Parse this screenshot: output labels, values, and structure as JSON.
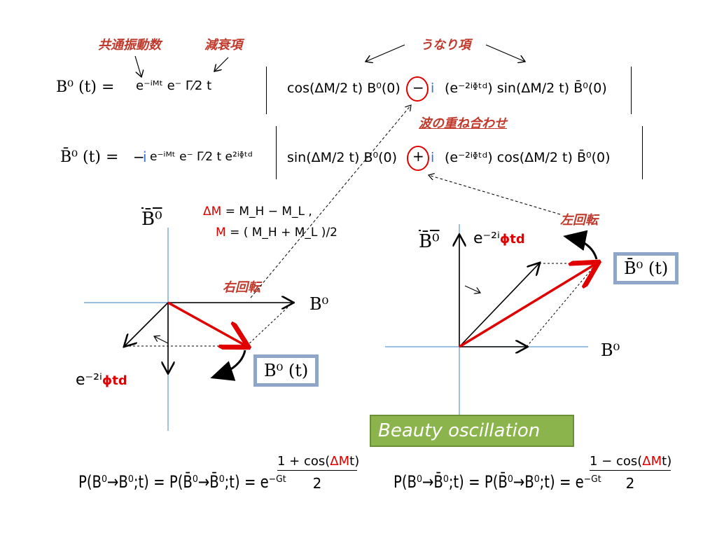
{
  "labels": {
    "common_freq": "共通振動数",
    "decay_term": "減衰項",
    "beat_term": "うなり項",
    "superposition": "波の重ね合わせ",
    "right_rotation": "右回転",
    "left_rotation": "左回転"
  },
  "eq1": {
    "lhs": "B⁰ (t) =",
    "prefactor": "e⁻ⁱᴹᵗ e⁻ Γ⁄2 t",
    "term1": "cos(ΔM/2 t) B⁰(0)",
    "op": "−",
    "i": "i",
    "phase": "(e⁻²ⁱᶲᵗᵈ) sin(ΔM/2 t) B̄⁰(0)"
  },
  "eq2": {
    "lhs": "B̄⁰ (t) =",
    "minus": "−",
    "i": "i",
    "prefactor": "e⁻ⁱᴹᵗ e⁻ Γ⁄2 t e²ⁱᶲᵗᵈ",
    "term1": "sin(ΔM/2 t) B⁰(0)",
    "op": "+",
    "phase": "(e⁻²ⁱᶲᵗᵈ) cos(ΔM/2 t) B̄⁰(0)"
  },
  "defs": {
    "dm": "ΔM",
    "dm_rhs": "= M_H − M_L ,",
    "m": "M",
    "m_rhs": "= ( M_H + M_L )/2"
  },
  "left_diagram": {
    "axis_y": "B̄⁰",
    "axis_x": "B⁰",
    "phase_label": "e⁻²ⁱ",
    "phase_red": "ϕtd",
    "state": "B⁰ (t)"
  },
  "right_diagram": {
    "axis_y": "B̄⁰",
    "axis_x": "B⁰",
    "phase_label": "e⁻²ⁱ",
    "phase_red": "ϕtd",
    "state": "B̄⁰ (t)"
  },
  "banner": "Beauty oscillation",
  "prob1": {
    "lhs": "P(B⁰→B⁰;t) = P(B̄⁰→B̄⁰;t) = e⁻ᴳᵗ",
    "num_pre": "1 + cos(",
    "num_red": "ΔM",
    "num_post": "t)",
    "den": "2"
  },
  "prob2": {
    "lhs": "P(B⁰→B̄⁰;t) = P(B̄⁰→B⁰;t) = e⁻ᴳᵗ",
    "num_pre": "1 − cos(",
    "num_red": "ΔM",
    "num_post": "t)",
    "den": "2"
  },
  "colors": {
    "red_vector": "#e00000",
    "axis": "#5b9bd5",
    "label_red": "#c0392b",
    "banner": "#8cb44c"
  }
}
